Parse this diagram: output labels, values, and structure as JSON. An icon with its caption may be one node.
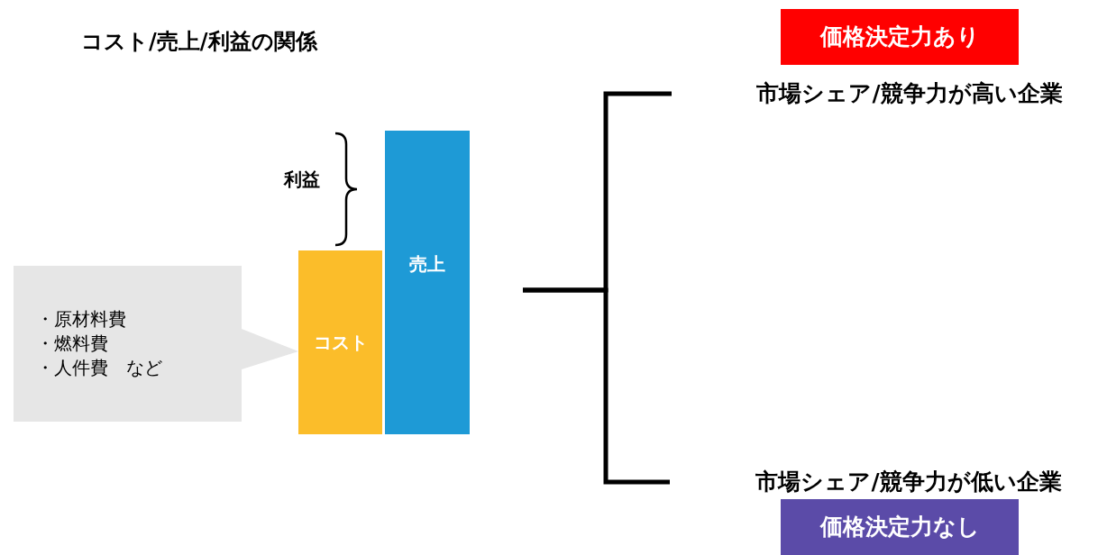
{
  "diagram": {
    "title": "コスト/売上/利益の関係",
    "nodes": [
      {
        "text": [
          "コスト"
        ]
      },
      {
        "text": [
          "売上"
        ]
      },
      {
        "text": [
          "・原材料費",
          "・燃料費",
          "・人件費　など"
        ]
      },
      {
        "text": [
          "市場シェア/競争力が高い企業"
        ]
      },
      {
        "text": [
          "価格決定力あり"
        ]
      },
      {
        "text": [
          "市場シェア/競争力が低い企業"
        ]
      },
      {
        "text": [
          "価格決定力なし"
        ]
      }
    ],
    "edges": [
      {
        "from": 2,
        "to": 0,
        "arrow": "to"
      },
      {
        "from": null,
        "to": 3,
        "arrow": "none"
      },
      {
        "from": null,
        "to": 5,
        "arrow": "none"
      }
    ],
    "labels": [
      "利益"
    ]
  }
}
